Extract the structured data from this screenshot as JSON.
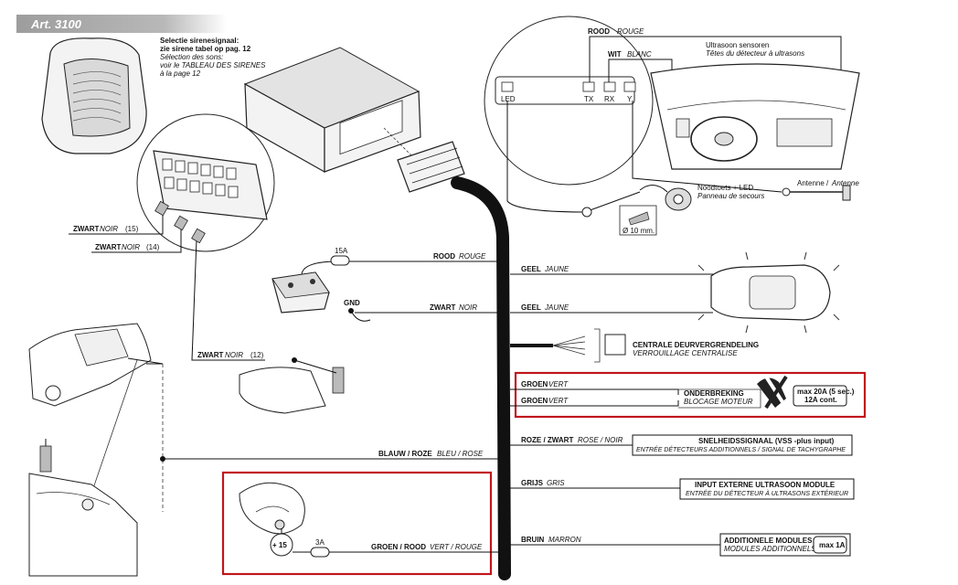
{
  "header": {
    "title": "Art. 3100"
  },
  "siren_note": {
    "nl_line1": "Selectie sirenesignaal:",
    "nl_line2": "zie sirene tabel op pag. 12",
    "fr_line1": "Sélection des sons:",
    "fr_line2": "voir le TABLEAU DES SIRENES",
    "fr_line3": "à la page 12"
  },
  "top_wires": {
    "red": {
      "nl": "ROOD",
      "fr": "ROUGE"
    },
    "white": {
      "nl": "WIT",
      "fr": "BLANC"
    }
  },
  "ultrasound": {
    "nl": "Ultrasoon sensoren",
    "fr": "Têtes du détecteur à ultrasons"
  },
  "connector_pins": {
    "led": "LED",
    "tx": "TX",
    "rx": "RX",
    "y": "Y"
  },
  "emergency": {
    "nl": "Noodtoets + LED",
    "fr": "Panneau de secours"
  },
  "antenna": {
    "nl": "Antenne",
    "fr": "Antenne"
  },
  "drill": {
    "size": "Ø 10 mm."
  },
  "left_wires": {
    "black15": {
      "nl": "ZWART",
      "fr": "NOIR",
      "num": "(15)"
    },
    "black14": {
      "nl": "ZWART",
      "fr": "NOIR",
      "num": "(14)"
    },
    "black12": {
      "nl": "ZWART",
      "fr": "NOIR",
      "num": "(12)"
    }
  },
  "fuse_main": {
    "rating": "15A"
  },
  "gnd_label": "GND",
  "battery_wires": {
    "red": {
      "nl": "ROOD",
      "fr": "ROUGE"
    },
    "black": {
      "nl": "ZWART",
      "fr": "NOIR"
    }
  },
  "right_wires": {
    "yellow1": {
      "nl": "GEEL",
      "fr": "JAUNE"
    },
    "yellow2": {
      "nl": "GEEL",
      "fr": "JAUNE"
    },
    "green1": {
      "nl": "GROEN",
      "fr": "VERT"
    },
    "green2": {
      "nl": "GROEN",
      "fr": "VERT"
    },
    "pink_black": {
      "nl": "ROZE / ZWART",
      "fr": "ROSE / NOIR"
    },
    "grey": {
      "nl": "GRIJS",
      "fr": "GRIS"
    },
    "brown": {
      "nl": "BRUIN",
      "fr": "MARRON"
    }
  },
  "central_lock": {
    "nl": "CENTRALE DEURVERGRENDELING",
    "fr": "VERROUILLAGE CENTRALISE"
  },
  "immobilizer": {
    "nl": "ONDERBREKING",
    "fr": "BLOCAGE MOTEUR",
    "max": "max 20A (5 sec.)",
    "cont": "12A cont."
  },
  "speed_signal": {
    "nl": "SNELHEIDSSIGNAAL (VSS -plus input)",
    "fr": "ENTRÉE DÉTECTEURS ADDITIONNELS / SIGNAL DE TACHYGRAPHE"
  },
  "ext_ultrasound": {
    "nl": "INPUT EXTERNE ULTRASOON MODULE",
    "fr": "ENTRÉE DU DÉTECTEUR À ULTRASONS EXTÉRIEUR"
  },
  "add_modules": {
    "nl": "ADDITIONELE MODULES",
    "fr": "MODULES ADDITIONNELS",
    "max": "max 1A"
  },
  "blue_pink": {
    "nl": "BLAUW / ROZE",
    "fr": "BLEU / ROSE"
  },
  "green_red": {
    "nl": "GROEN / ROOD",
    "fr": "VERT / ROUGE"
  },
  "ignition": {
    "plus": "+ 15"
  },
  "fuse_small": {
    "rating": "3A"
  },
  "colors": {
    "highlight": "#c0161d",
    "cable": "#111111",
    "title_bar": "#a9a9a9"
  }
}
